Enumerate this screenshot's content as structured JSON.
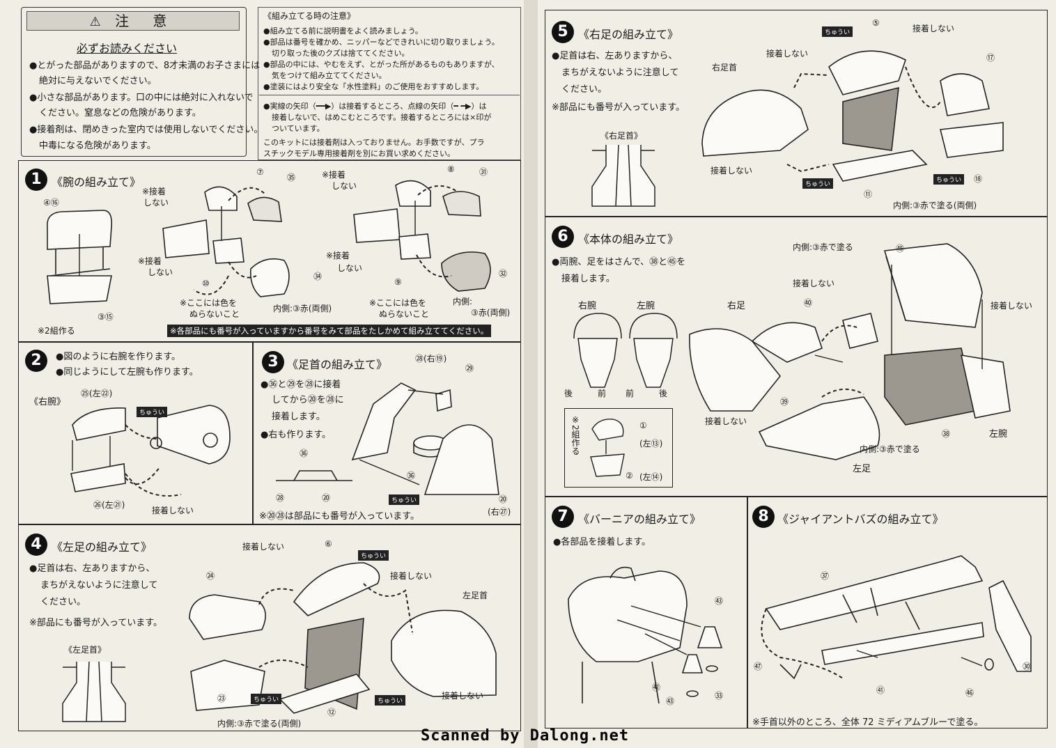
{
  "caution": {
    "title": "注 意",
    "subtitle": "必ずお読みください",
    "items": [
      "●とがった部品がありますので、8才未満のお子さまには",
      "絶対に与えないでください。",
      "●小さな部品があります。口の中には絶対に入れないで",
      "ください。窒息などの危険があります。",
      "●接着剤は、閉めきった室内では使用しないでください。",
      "中毒になる危険があります。"
    ]
  },
  "notes": {
    "title": "《組み立てる時の注意》",
    "items": [
      "●組み立てる前に説明書をよく読みましょう。",
      "●部品は番号を確かめ、ニッパーなどできれいに切り取りましょう。",
      "切り取った後のクズは捨ててください。",
      "●部品の中には、やむをえず、とがった所があるものもありますが、",
      "気をつけて組み立ててください。",
      "●塗装にはより安全な「水性塗料」のご使用をおすすめします。"
    ],
    "arrows": [
      "●実線の矢印（━━▶）は接着するところ、点線の矢印（━ ━▶）は",
      "接着しないで、はめこむところです。接着するところには×印が",
      "ついています。"
    ],
    "glue": [
      "このキットには接着剤は入っておりません。お手数ですが、プラ",
      "スチックモデル専用接着剤を別にお買い求めください。"
    ]
  },
  "step1": {
    "badge": "1",
    "title": "《腕の組み立て》",
    "labels": {
      "no_glue_a": "※接着",
      "no_glue_a2": "しない",
      "no_glue_b": "※接着",
      "no_glue_b2": "しない",
      "no_glue_c": "※接着",
      "no_glue_c2": "しない",
      "no_glue_d": "※接着",
      "no_glue_d2": "しない",
      "no_paint_a": "※ここには色を",
      "no_paint_a2": "ぬらないこと",
      "no_paint_b": "※ここには色を",
      "no_paint_b2": "ぬらないこと",
      "inside_a": "内側:③赤(両側)",
      "inside_b1": "内側:",
      "inside_b2": "③赤(両側)",
      "two_sets": "※2組作る",
      "note": "※各部品にも番号が入っていますから番号をみて部品をたしかめて組み立ててください。"
    },
    "nums": [
      "④⑯",
      "③⑮",
      "⑦",
      "㉟",
      "⑩",
      "㉞",
      "⑧",
      "㉛",
      "⑨",
      "㉜"
    ]
  },
  "step2": {
    "badge": "2",
    "lines": [
      "●図のように右腕を作ります。",
      "●同じようにして左腕も作ります。"
    ],
    "label_right": "《右腕》",
    "nums": [
      "㉕(左㉒)",
      "㉖(左㉑)"
    ],
    "no_glue": "接着しない",
    "tag": "ちゅうい"
  },
  "step3": {
    "badge": "3",
    "title": "《足首の組み立て》",
    "lines": [
      "●㊱と㉙を㉘に接着",
      "してから⑳を㉘に",
      "接着します。",
      "●右も作ります。"
    ],
    "nums": [
      "㉘(右⑲)",
      "㉙",
      "㊱",
      "㊱",
      "㉘",
      "⑳",
      "⑳",
      "(右㉗)"
    ],
    "note": "※⑳㉘は部品にも番号が入っています。",
    "tag": "ちゅうい"
  },
  "step4": {
    "badge": "4",
    "title": "《左足の組み立て》",
    "lines": [
      "●足首は右、左ありますから、",
      "まちがえないように注意して",
      "ください。",
      "※部品にも番号が入っています。"
    ],
    "ankle_label": "《左足首》",
    "no_glue_a": "接着しない",
    "no_glue_b": "接着しない",
    "no_glue_c": "接着しない",
    "left_ankle": "左足首",
    "inside": "内側:③赤で塗る(両側)",
    "nums": [
      "⑥",
      "㉔",
      "㉓",
      "⑫"
    ],
    "tags": [
      "ちゅうい",
      "ちゅうい",
      "ちゅうい"
    ]
  },
  "step5": {
    "badge": "5",
    "title": "《右足の組み立て》",
    "lines": [
      "●足首は右、左ありますから、",
      "まちがえないように注意して",
      "ください。",
      "※部品にも番号が入っています。"
    ],
    "ankle_label": "《右足首》",
    "no_glue_a": "接着しない",
    "no_glue_b": "接着しない",
    "no_glue_c": "接着しない",
    "right_ankle": "右足首",
    "inside": "内側:③赤で塗る(両側)",
    "nums": [
      "⑤",
      "⑰",
      "⑪",
      "⑱"
    ],
    "tags": [
      "ちゅうい",
      "ちゅうい",
      "ちゅうい"
    ]
  },
  "step6": {
    "badge": "6",
    "title": "《本体の組み立て》",
    "lines": [
      "●両腕、足をはさんで、㊳と㊺を",
      "接着します。"
    ],
    "right_arm": "右腕",
    "left_arm": "左腕",
    "back": "後",
    "front": "前",
    "right_leg": "右足",
    "left_leg": "左足",
    "left_arm2": "左腕",
    "inside_a": "内側:③赤で塗る",
    "inside_b": "内側:③赤で塗る",
    "no_glue_a": "接着しない",
    "no_glue_b": "接着しない",
    "no_glue_c": "接着しない",
    "two_sets": "※2組作る",
    "nums": [
      "㊺",
      "㊵",
      "㊴",
      "㊳",
      "①",
      "(左⑬)",
      "②",
      "(左⑭)"
    ]
  },
  "step7": {
    "badge": "7",
    "title": "《バーニアの組み立て》",
    "lines": [
      "●各部品を接着します。"
    ],
    "nums": [
      "㊸",
      "㊷",
      "㊸",
      "㉝"
    ]
  },
  "step8": {
    "badge": "8",
    "title": "《ジャイアントバズの組み立て》",
    "nums": [
      "㊲",
      "㊼",
      "㊶",
      "㊻",
      "㉚"
    ],
    "note": "※手首以外のところ、全体 72 ミディアムブルーで塗る。"
  },
  "footer": {
    "credit": "Scanned by Dalong.net"
  }
}
